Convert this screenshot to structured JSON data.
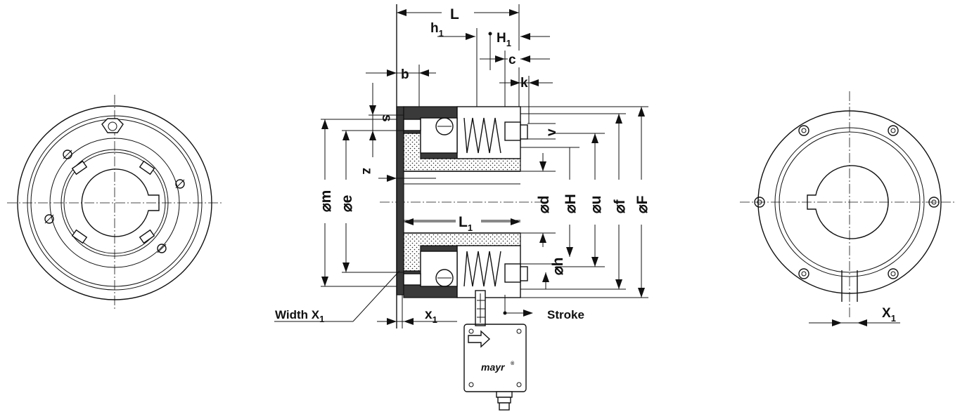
{
  "labels": {
    "L": "L",
    "h1": "h",
    "h1_sub": "1",
    "H1": "H",
    "H1_sub": "1",
    "c": "c",
    "b": "b",
    "k": "k",
    "s": "s",
    "v": "v",
    "z": "z",
    "m": "⌀m",
    "e": "⌀e",
    "d": "⌀d",
    "H": "⌀H",
    "u": "⌀u",
    "f": "⌀f",
    "F": "⌀F",
    "h": "⌀h",
    "L1": "L",
    "L1_sub": "1",
    "x1": "x",
    "x1_sub": "1",
    "width_x1": "Width X",
    "width_x1_sub": "1",
    "stroke": "Stroke",
    "X1": "X",
    "X1_sub": "1",
    "logo": "mayr",
    "logo_mark": "®"
  },
  "icons": {
    "switch_arrow": "arrow-right-outline-icon",
    "hex_bolt": "hex-bolt-icon",
    "screw": "screw-icon"
  }
}
